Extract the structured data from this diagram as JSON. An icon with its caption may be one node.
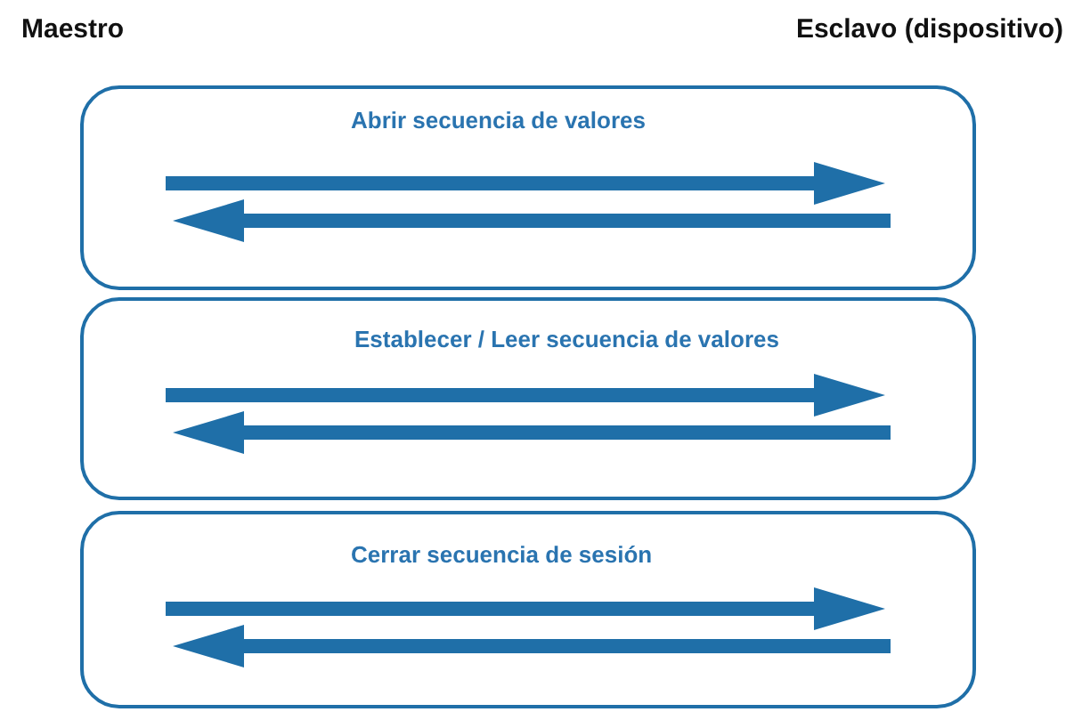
{
  "diagram": {
    "nodes": [
      {
        "text": [
          "Abrir secuencia de valores"
        ]
      },
      {
        "text": [
          "Establecer / Leer secuencia de valores"
        ]
      },
      {
        "text": [
          "Cerrar secuencia de sesión"
        ]
      }
    ],
    "labels": [
      "Maestro",
      "Esclavo (dispositivo)"
    ]
  }
}
